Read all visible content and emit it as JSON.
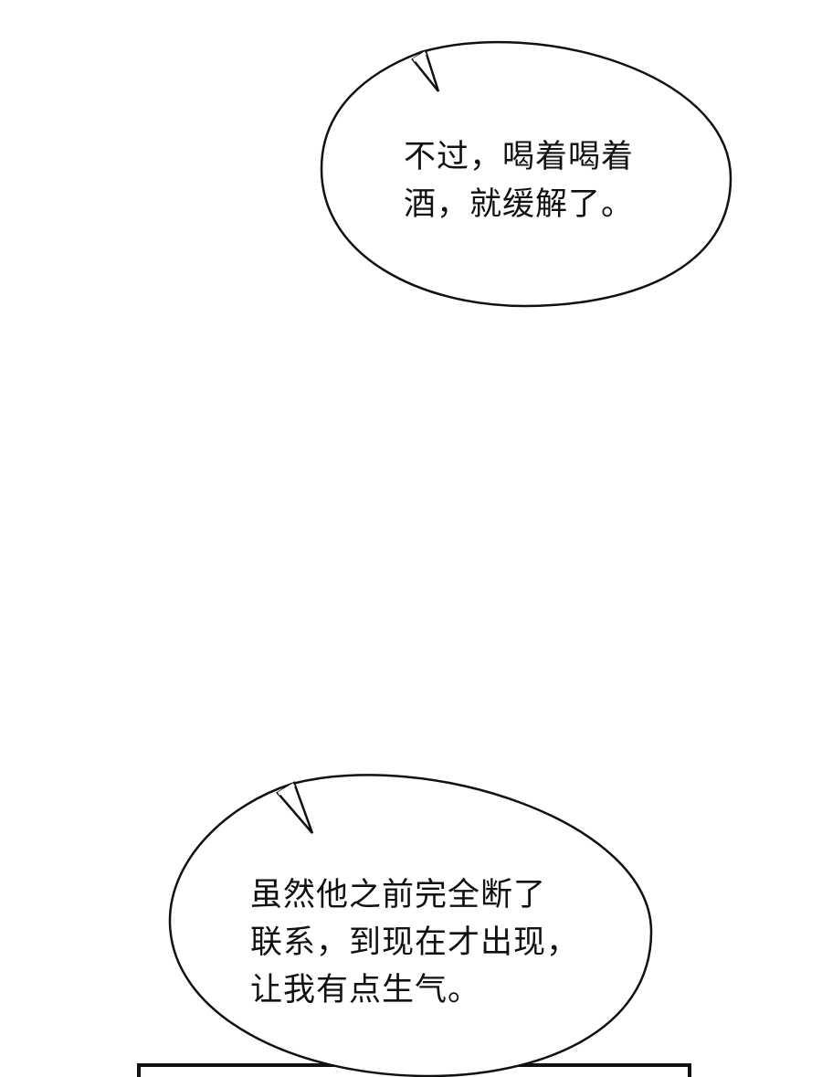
{
  "panel": {
    "background_color": "#ffffff",
    "ink_color": "#111111"
  },
  "bubbles": [
    {
      "lines": [
        "不过，喝着喝着",
        "酒，就缓解了。"
      ]
    },
    {
      "lines": [
        "虽然他之前完全断了",
        "联系，到现在才出现，",
        "让我有点生气。"
      ]
    }
  ]
}
